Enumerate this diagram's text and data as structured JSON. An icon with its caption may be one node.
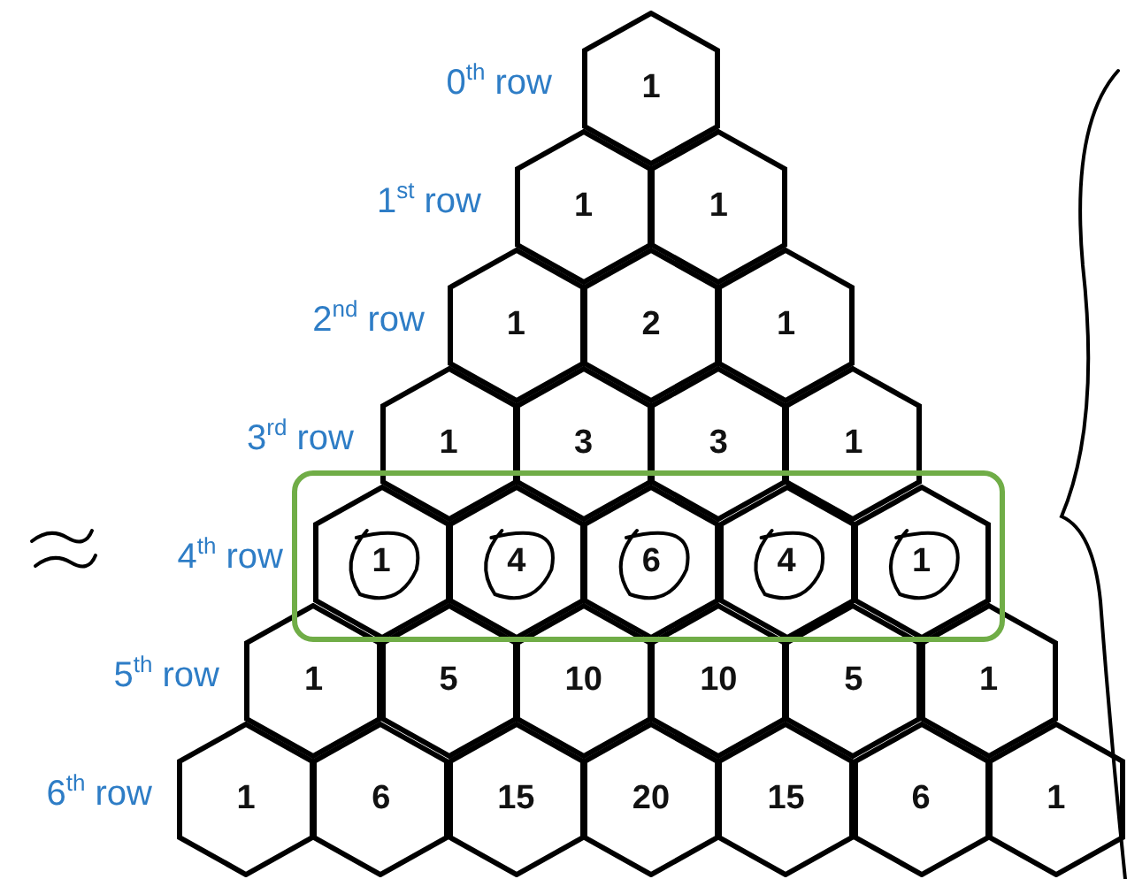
{
  "diagram": {
    "nodes": [
      {
        "text": [
          "1"
        ]
      },
      {
        "text": [
          "1"
        ]
      },
      {
        "text": [
          "1"
        ]
      },
      {
        "text": [
          "1"
        ]
      },
      {
        "text": [
          "2"
        ]
      },
      {
        "text": [
          "1"
        ]
      },
      {
        "text": [
          "1"
        ]
      },
      {
        "text": [
          "3"
        ]
      },
      {
        "text": [
          "3"
        ]
      },
      {
        "text": [
          "1"
        ]
      },
      {
        "text": [],
        "shape": "box"
      },
      {
        "text": [
          "1"
        ],
        "in": 10
      },
      {
        "text": [
          "4"
        ],
        "in": 10
      },
      {
        "text": [
          "6"
        ],
        "in": 10
      },
      {
        "text": [
          "4"
        ],
        "in": 10
      },
      {
        "text": [
          "1"
        ],
        "in": 10
      },
      {
        "text": [
          "1"
        ]
      },
      {
        "text": [
          "5"
        ]
      },
      {
        "text": [
          "10"
        ]
      },
      {
        "text": [
          "10"
        ]
      },
      {
        "text": [
          "5"
        ]
      },
      {
        "text": [
          "1"
        ]
      },
      {
        "text": [
          "1"
        ]
      },
      {
        "text": [
          "6"
        ]
      },
      {
        "text": [
          "15"
        ]
      },
      {
        "text": [
          "20"
        ]
      },
      {
        "text": [
          "15"
        ]
      },
      {
        "text": [
          "6"
        ]
      },
      {
        "text": [
          "1"
        ]
      }
    ],
    "labels": [
      "0$^{th}$ row",
      "1$^{st}$ row",
      "2$^{nd}$ row",
      "3$^{rd}$ row",
      "4$^{th}$ row",
      "5$^{th}$ row",
      "6$^{th}$ row"
    ]
  }
}
